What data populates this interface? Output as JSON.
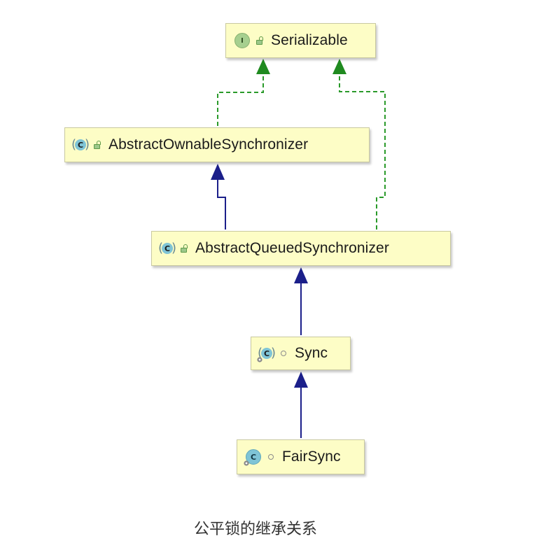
{
  "diagram": {
    "nodes": [
      {
        "id": "serializable",
        "kind": "interface",
        "kind_letter": "I",
        "visibility": "public",
        "name": "Serializable"
      },
      {
        "id": "aos",
        "kind": "abstract-class",
        "kind_letter": "C",
        "visibility": "public",
        "name": "AbstractOwnableSynchronizer"
      },
      {
        "id": "aqs",
        "kind": "abstract-class",
        "kind_letter": "C",
        "visibility": "public",
        "name": "AbstractQueuedSynchronizer"
      },
      {
        "id": "sync",
        "kind": "abstract-static-nested-class",
        "kind_letter": "C",
        "visibility": "package-private",
        "name": "Sync"
      },
      {
        "id": "fairsync",
        "kind": "static-nested-class",
        "kind_letter": "C",
        "visibility": "package-private",
        "name": "FairSync"
      }
    ],
    "edges": [
      {
        "from": "aos",
        "to": "serializable",
        "type": "implements"
      },
      {
        "from": "aqs",
        "to": "serializable",
        "type": "implements"
      },
      {
        "from": "aqs",
        "to": "aos",
        "type": "extends"
      },
      {
        "from": "sync",
        "to": "aqs",
        "type": "extends"
      },
      {
        "from": "fairsync",
        "to": "sync",
        "type": "extends"
      }
    ],
    "colors": {
      "node_fill": "#fdfdc6",
      "implements_edge": "#2a9a2a",
      "extends_edge": "#1b1f8a"
    }
  },
  "caption": "公平锁的继承关系"
}
